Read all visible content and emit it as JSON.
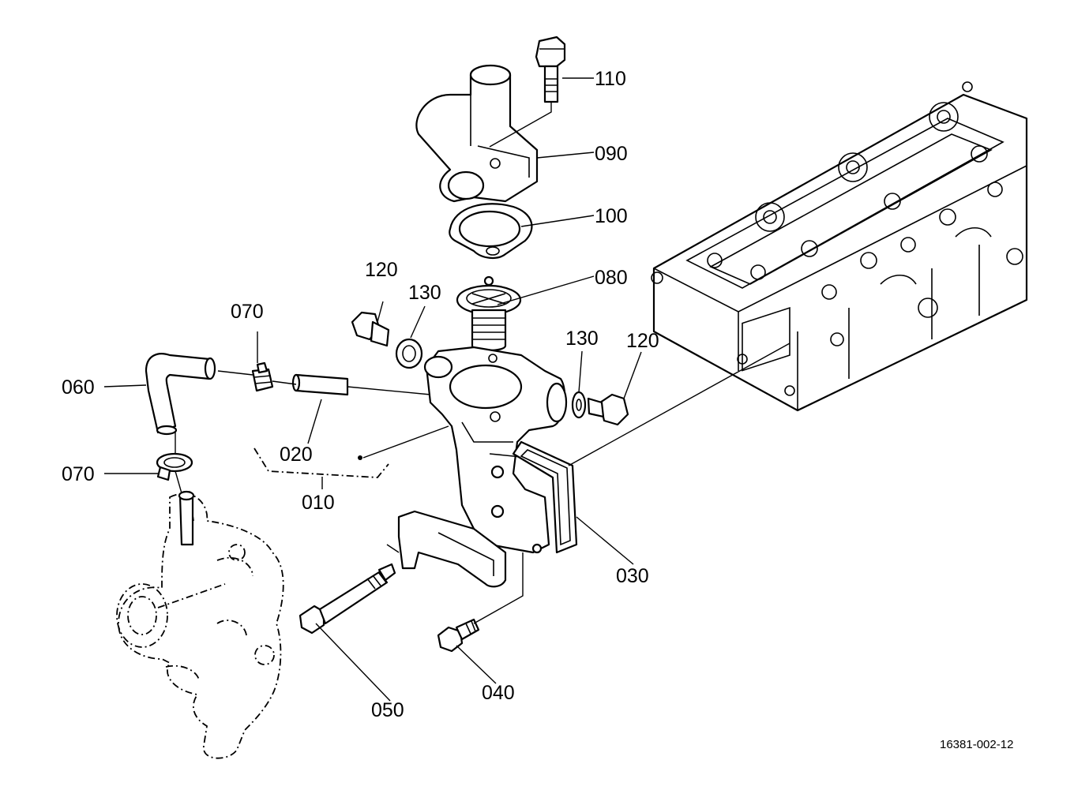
{
  "part_labels": {
    "p010": "010",
    "p020": "020",
    "p030": "030",
    "p040": "040",
    "p050": "050",
    "p060": "060",
    "p070_top": "070",
    "p070_bottom": "070",
    "p080": "080",
    "p090": "090",
    "p100": "100",
    "p110": "110",
    "p120_left": "120",
    "p120_right": "120",
    "p130_left": "130",
    "p130_right": "130"
  },
  "drawing_number": "16381-002-12"
}
